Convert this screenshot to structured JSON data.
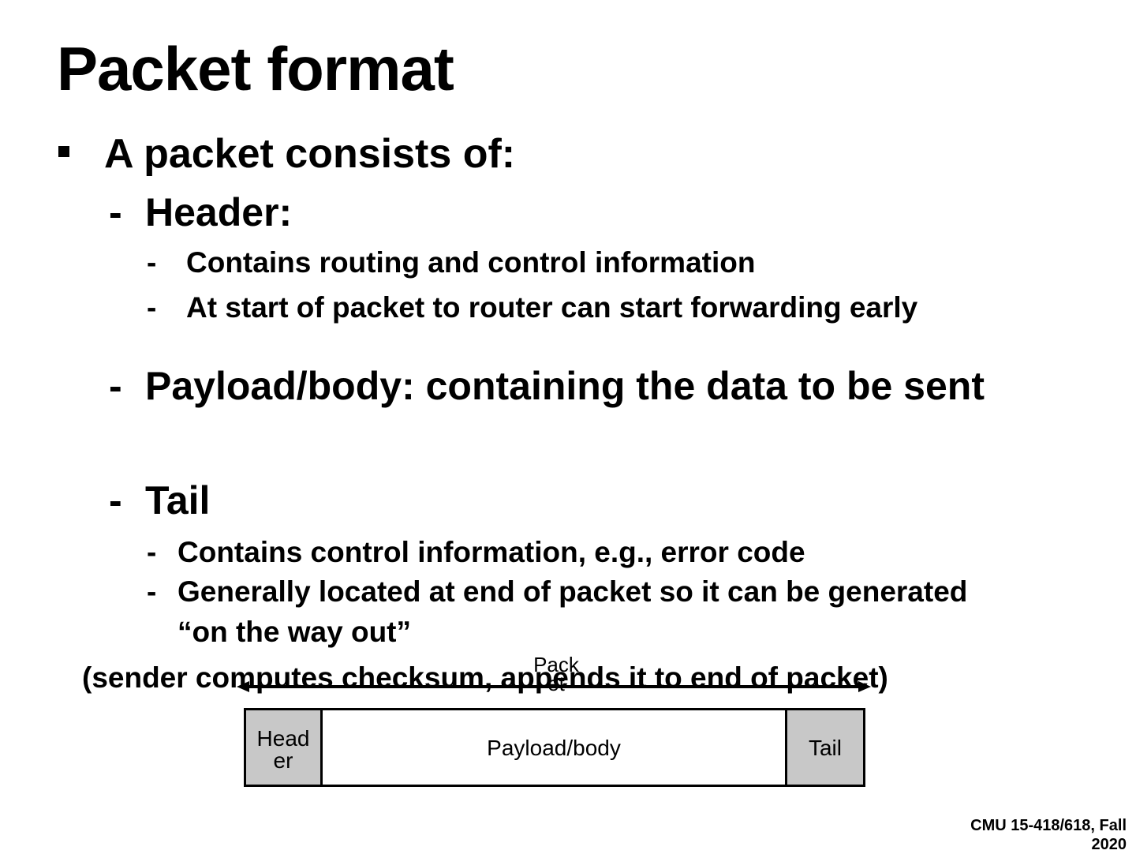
{
  "slide": {
    "title": "Packet format",
    "bullet_main": "A packet consists of:",
    "header_label": "Header:",
    "header_points": [
      "Contains routing and control information",
      "At start of packet to router can start forwarding early"
    ],
    "payload_label": "Payload/body: containing the data to be sent",
    "tail_label": "Tail",
    "tail_points": [
      "Contains control information, e.g., error code",
      "Generally located at end of packet so it can be generated",
      "“on the way out”"
    ],
    "tail_note": "(sender computes checksum, appends it to end of packet)"
  },
  "diagram": {
    "span_label_line1": "Pack",
    "span_label_line2": "et",
    "header_box_line1": "Head",
    "header_box_line2": "er",
    "payload_box": "Payload/body",
    "tail_box": "Tail",
    "header_fill": "#c8c8c8",
    "payload_fill": "#ffffff",
    "tail_fill": "#c8c8c8"
  },
  "footer": {
    "line1": "CMU 15-418/618, Fall",
    "line2": "2020"
  }
}
